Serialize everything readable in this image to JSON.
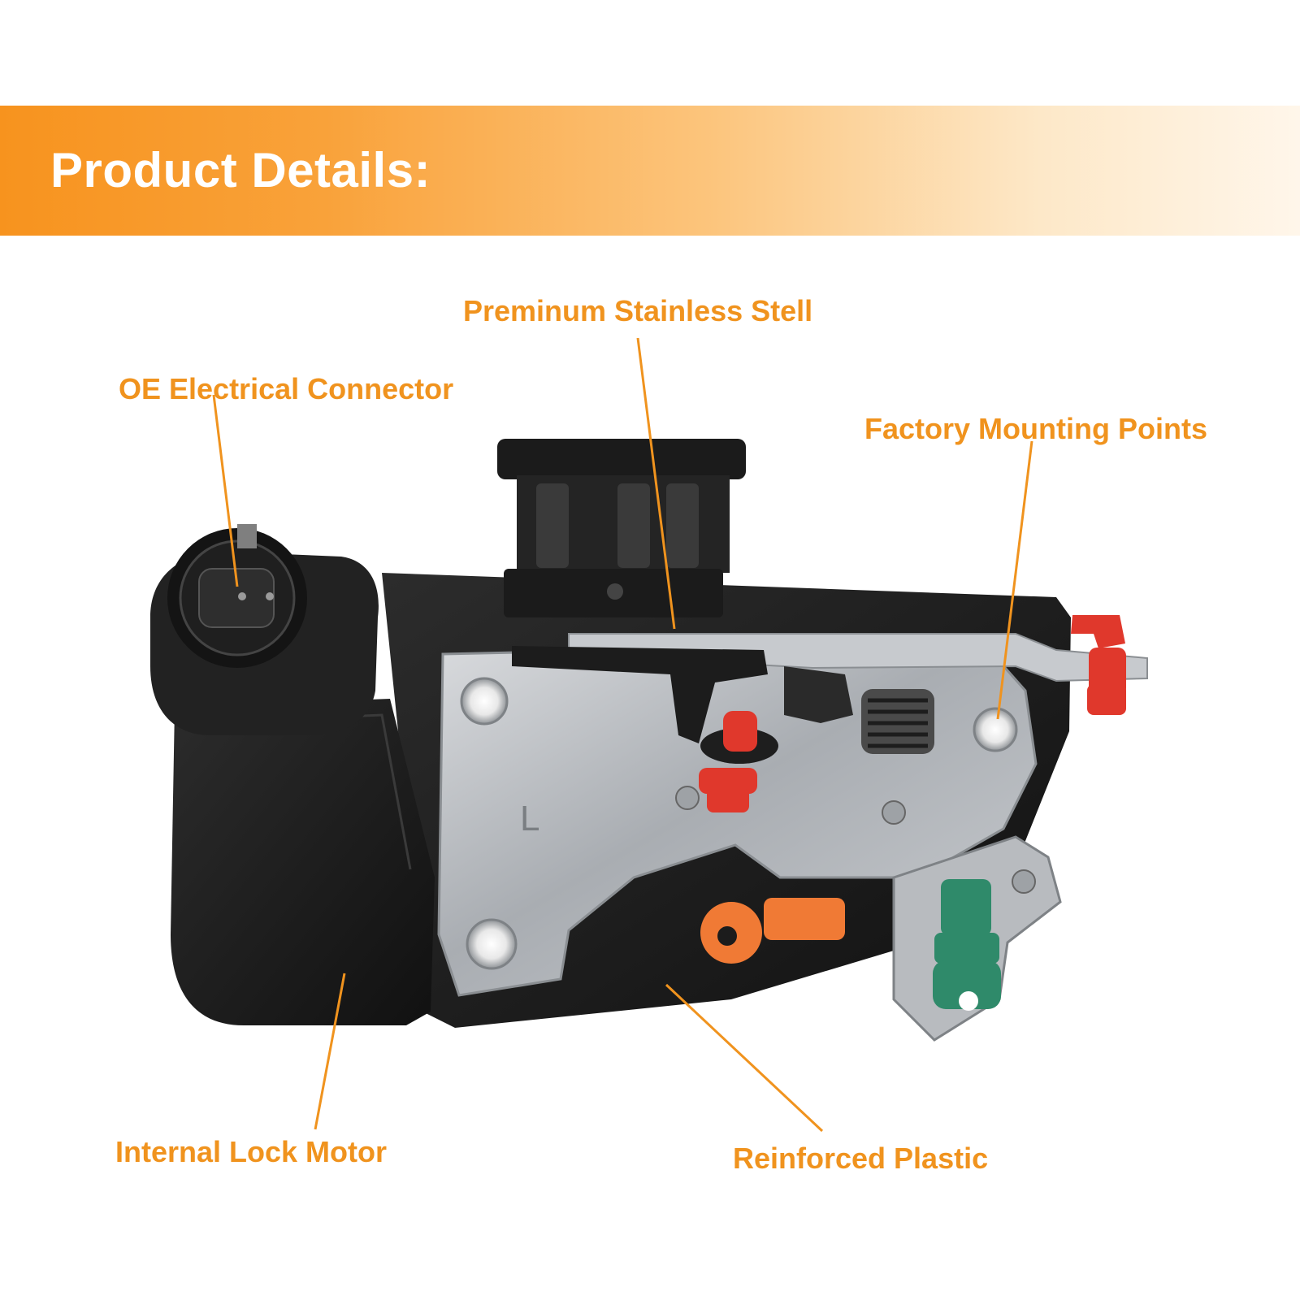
{
  "header": {
    "title": "Product Details:"
  },
  "callouts": {
    "stainless_steel": "Preminum Stainless Stell",
    "electrical_connector": "OE Electrical Connector",
    "mounting_points": "Factory Mounting Points",
    "lock_motor": "Internal Lock Motor",
    "reinforced_plastic": "Reinforced Plastic"
  },
  "product": {
    "side_marking": "L"
  },
  "colors": {
    "banner_start": "#f7931e",
    "banner_end": "#fff6ea",
    "callout_text": "#f0931e",
    "leader_line": "#f0931e",
    "housing_black": "#1c1c1c",
    "steel_plate": "#b9bcc0",
    "clip_red": "#e0382c",
    "clip_orange": "#f07a35",
    "clip_green": "#2f8a6a"
  }
}
